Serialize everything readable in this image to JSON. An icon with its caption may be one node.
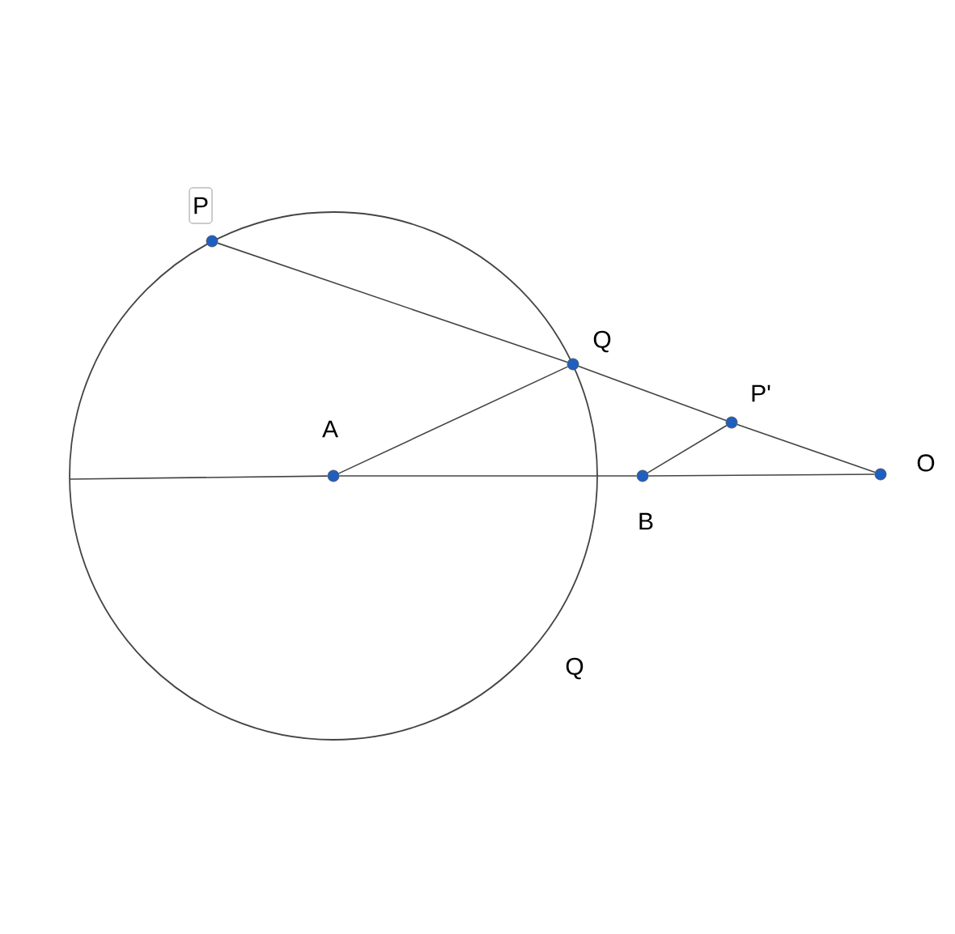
{
  "diagram": {
    "nodes": [
      {
        "text": [],
        "shape": "circle",
        "beside": [
          "Q"
        ]
      },
      {
        "text": [],
        "shape": "circle",
        "beside": [
          "P"
        ]
      },
      {
        "text": [],
        "shape": "circle",
        "beside": [
          "Q"
        ]
      },
      {
        "text": [],
        "shape": "circle",
        "beside": [
          "P'"
        ]
      },
      {
        "text": [],
        "shape": "circle",
        "beside": [
          "O"
        ]
      },
      {
        "text": [],
        "shape": "circle",
        "beside": [
          "A"
        ],
        "in": 0
      },
      {
        "text": [],
        "shape": "circle",
        "beside": [
          "B"
        ]
      }
    ],
    "edges": [
      {
        "from": 1,
        "to": 2,
        "arrow": "none"
      },
      {
        "from": 2,
        "to": 3,
        "arrow": "none"
      },
      {
        "from": 3,
        "to": 4,
        "arrow": "none"
      },
      {
        "from": 5,
        "to": 2,
        "arrow": "none"
      },
      {
        "from": 6,
        "to": 3,
        "arrow": "none"
      },
      {
        "from": null,
        "to": 5,
        "arrow": "none"
      },
      {
        "from": 5,
        "to": 6,
        "arrow": "none"
      },
      {
        "from": 6,
        "to": 4,
        "arrow": "none"
      }
    ]
  }
}
